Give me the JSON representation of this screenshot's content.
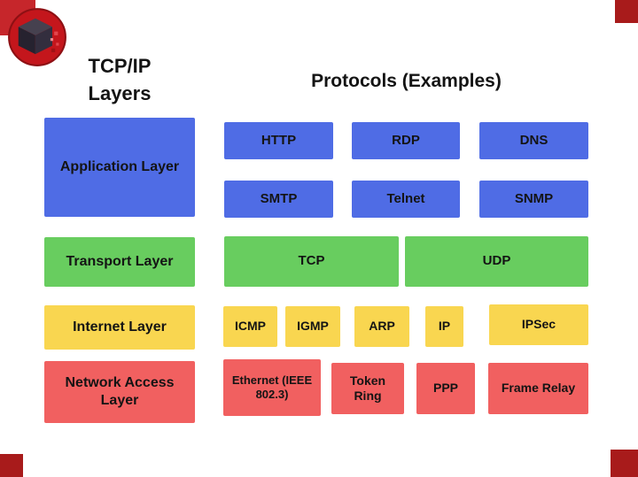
{
  "title_left": {
    "line1": "TCP/IP",
    "line2": "Layers"
  },
  "title_right": "Protocols (Examples)",
  "layers": {
    "application": "Application Layer",
    "transport": "Transport Layer",
    "internet": "Internet Layer",
    "network": "Network Access Layer"
  },
  "protocols": {
    "application_row1": [
      "HTTP",
      "RDP",
      "DNS"
    ],
    "application_row2": [
      "SMTP",
      "Telnet",
      "SNMP"
    ],
    "transport": [
      "TCP",
      "UDP"
    ],
    "internet": [
      "ICMP",
      "IGMP",
      "ARP",
      "IP",
      "IPSec"
    ],
    "network": [
      "Ethernet (IEEE 802.3)",
      "Token Ring",
      "PPP",
      "Frame Relay"
    ]
  },
  "colors": {
    "application": "#4f6ce5",
    "transport": "#68cd5f",
    "internet": "#f9d650",
    "network": "#f16060",
    "corner": "#a81b1b",
    "corner_bright": "#c6262b",
    "logo": "#c4161c"
  }
}
